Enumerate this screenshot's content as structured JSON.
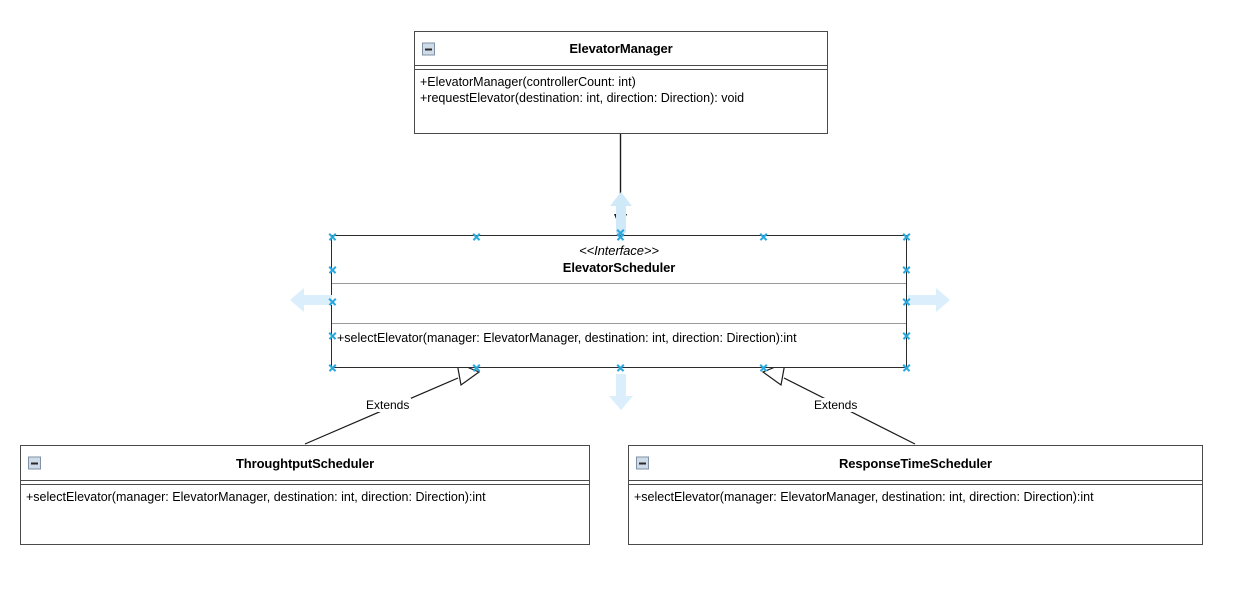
{
  "diagram": {
    "title": "ElevatorScheduler UML Class Diagram",
    "type": "uml-class-diagram",
    "background_color": "#ffffff",
    "accent_color": "#29a8e0",
    "border_color": "#4a4a4a"
  },
  "classes": [
    {
      "id": "elevator-manager",
      "name": "ElevatorManager",
      "stereotype": "",
      "collapse_icon": "minus-icon",
      "selected": false,
      "attributes": [],
      "methods": [
        "+ElevatorManager(controllerCount: int)",
        "+requestElevator(destination: int, direction: Direction): void"
      ]
    },
    {
      "id": "elevator-scheduler",
      "name": "ElevatorScheduler",
      "stereotype": "<<Interface>>",
      "collapse_icon": "",
      "selected": true,
      "attributes": [],
      "methods": [
        "+selectElevator(manager: ElevatorManager, destination: int, direction: Direction):int"
      ]
    },
    {
      "id": "throughtput-scheduler",
      "name": "ThroughtputScheduler",
      "stereotype": "",
      "collapse_icon": "minus-icon",
      "selected": false,
      "attributes": [],
      "methods": [
        "+selectElevator(manager: ElevatorManager, destination: int, direction: Direction):int"
      ]
    },
    {
      "id": "response-time-scheduler",
      "name": "ResponseTimeScheduler",
      "stereotype": "",
      "collapse_icon": "minus-icon",
      "selected": false,
      "attributes": [],
      "methods": [
        "+selectElevator(manager: ElevatorManager, destination: int, direction: Direction):int"
      ]
    }
  ],
  "relationships": [
    {
      "id": "manager-to-scheduler",
      "from": "ElevatorManager",
      "to": "ElevatorScheduler",
      "kind": "association",
      "arrow": "filled-arrowhead",
      "label": ""
    },
    {
      "id": "throughtput-extends",
      "from": "ThroughtputScheduler",
      "to": "ElevatorScheduler",
      "kind": "generalization",
      "arrow": "hollow-triangle",
      "label": "Extends"
    },
    {
      "id": "responsetime-extends",
      "from": "ResponseTimeScheduler",
      "to": "ElevatorScheduler",
      "kind": "generalization",
      "arrow": "hollow-triangle",
      "label": "Extends"
    }
  ],
  "selection": {
    "target": "ElevatorScheduler",
    "handle_icon": "resize-handle-x",
    "quick_arrows": [
      {
        "id": "quick-arrow-left",
        "direction": "left",
        "icon": "arrow-left-icon"
      },
      {
        "id": "quick-arrow-right",
        "direction": "right",
        "icon": "arrow-right-icon"
      },
      {
        "id": "quick-arrow-up",
        "direction": "up",
        "icon": "arrow-up-icon"
      },
      {
        "id": "quick-arrow-down",
        "direction": "down",
        "icon": "arrow-down-icon"
      }
    ]
  }
}
